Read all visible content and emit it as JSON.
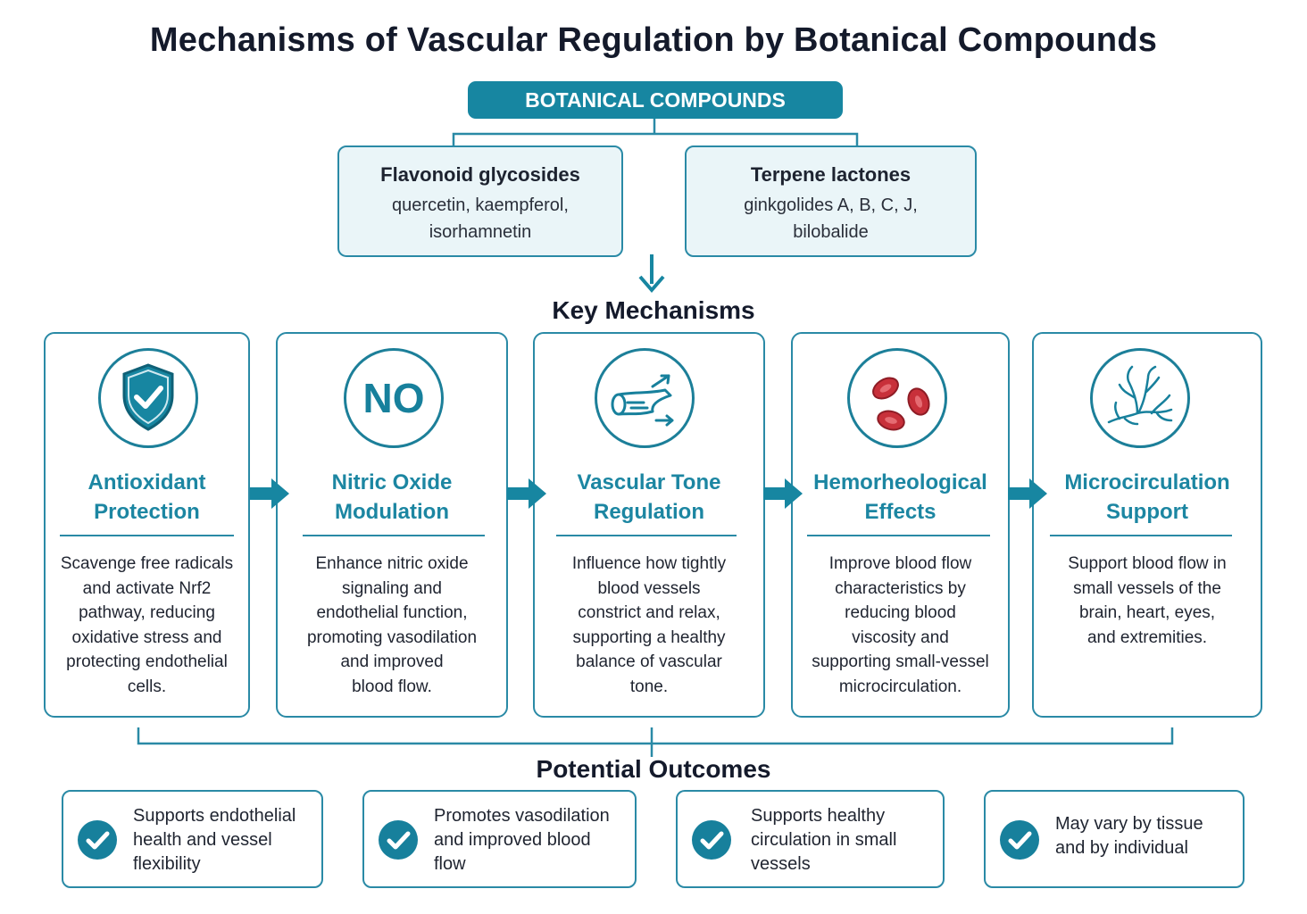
{
  "title": "Mechanisms of Vascular Regulation by Botanical Compounds",
  "root": "BOTANICAL COMPOUNDS",
  "compounds": [
    {
      "title": "Flavonoid glycosides",
      "line1": "quercetin, kaempferol,",
      "line2": "isorhamnetin"
    },
    {
      "title": "Terpene lactones",
      "line1": "ginkgolides A, B, C, J,",
      "line2": "bilobalide"
    }
  ],
  "mechanisms_heading": "Key Mechanisms",
  "mechanisms": [
    {
      "icon": "shield-check-icon",
      "title1": "Antioxidant",
      "title2": "Protection",
      "desc": [
        "Scavenge free radicals",
        "and activate Nrf2",
        "pathway, reducing",
        "oxidative stress and",
        "protecting endothelial",
        "cells."
      ]
    },
    {
      "icon": "no-molecule-icon",
      "icon_text": "NO",
      "title1": "Nitric Oxide",
      "title2": "Modulation",
      "desc": [
        "Enhance nitric oxide",
        "signaling and",
        "endothelial function,",
        "promoting vasodilation",
        "and improved",
        "blood flow."
      ]
    },
    {
      "icon": "blood-vessel-icon",
      "title1": "Vascular Tone",
      "title2": "Regulation",
      "desc": [
        "Influence how tightly",
        "blood vessels",
        "constrict and relax,",
        "supporting a healthy",
        "balance of vascular",
        "tone."
      ]
    },
    {
      "icon": "red-blood-cells-icon",
      "title1": "Hemorheological",
      "title2": "Effects",
      "desc": [
        "Improve blood flow",
        "characteristics by",
        "reducing blood",
        "viscosity and",
        "supporting small-vessel",
        "microcirculation."
      ]
    },
    {
      "icon": "capillary-network-icon",
      "title1": "Microcirculation",
      "title2": "Support",
      "desc": [
        "Support blood flow in",
        "small vessels of the",
        "brain, heart, eyes,",
        "and extremities."
      ]
    }
  ],
  "outcomes_heading": "Potential Outcomes",
  "outcomes": [
    {
      "lines": [
        "Supports endothelial",
        "health and vessel",
        "flexibility"
      ]
    },
    {
      "lines": [
        "Promotes vasodilation",
        "and improved blood",
        "flow"
      ]
    },
    {
      "lines": [
        "Supports healthy",
        "circulation in small",
        "vessels"
      ]
    },
    {
      "lines": [
        "May vary by tissue",
        "and by individual"
      ]
    }
  ],
  "colors": {
    "accent": "#1786a1",
    "border": "#2a8aa6",
    "title_text": "#141a2b",
    "cell_red": "#c8303a",
    "box_fill": "#eaf5f8"
  }
}
